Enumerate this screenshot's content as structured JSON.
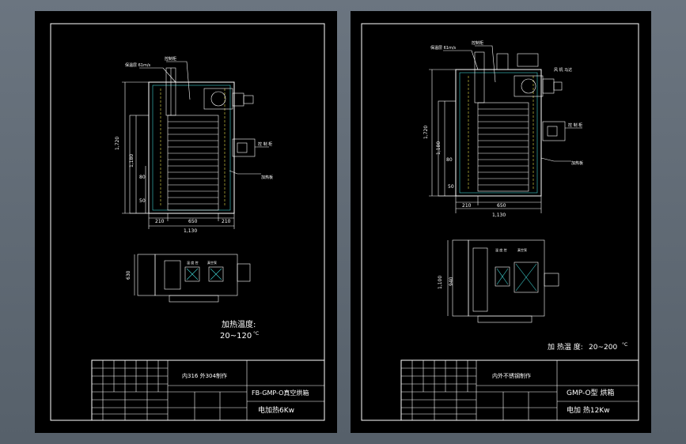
{
  "sheets": [
    {
      "temp_label": "加热温度:",
      "temp_range": "20~120",
      "temp_unit": "°C",
      "table_desc": "内316 外304制作",
      "model": "FB-GMP-O真空烘箱",
      "power": "电加热6Kw",
      "dims": {
        "height": "1,720",
        "inner_h": "1,180",
        "d80": "80",
        "d50": "50",
        "w210a": "210",
        "w650": "650",
        "w210b": "210",
        "w1130": "1,130",
        "side_h": "630"
      },
      "labels": {
        "blower": "保温层 61m/s",
        "motor": "控制柜",
        "ctrl": "控 制 柜",
        "heat": "加热板",
        "bottom1": "温 度 控",
        "bottom2": "真空泵"
      }
    },
    {
      "temp_label": "加 热温 度:",
      "temp_range": "20~200",
      "temp_unit": "°C",
      "table_desc": "内外不锈钢制作",
      "model": "GMP-O型 烘箱",
      "power": "电加 热12Kw",
      "dims": {
        "height": "1,720",
        "inner_h": "1,180",
        "d80": "80",
        "d50": "50",
        "w210a": "210",
        "w650": "650",
        "w1130": "1,130",
        "side_h": "1,100",
        "side_h2": "940"
      },
      "labels": {
        "blower": "保温层 61m/s",
        "motor": "控制柜",
        "ctrl": "控 制 柜",
        "heat": "加热板",
        "bottom1": "温 度 控",
        "bottom2": "真空泵",
        "fan": "风 机 马达"
      }
    }
  ]
}
